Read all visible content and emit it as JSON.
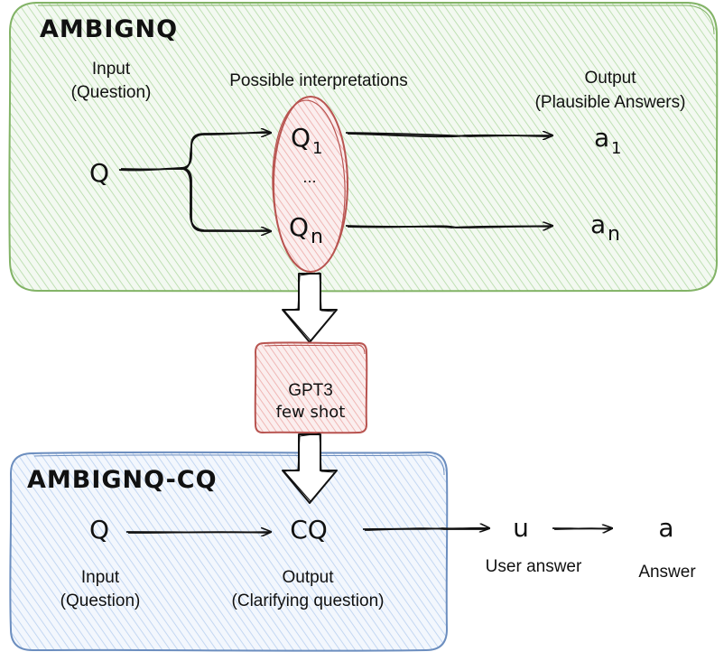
{
  "ambignq": {
    "title": "AMBIGNQ",
    "input_label_line1": "Input",
    "input_label_line2": "(Question)",
    "interpretations_label": "Possible interpretations",
    "output_label_line1": "Output",
    "output_label_line2": "(Plausible Answers)",
    "q": "Q",
    "q1": "Q",
    "q1_sub": "1",
    "ellipsis": "...",
    "qn": "Q",
    "qn_sub": "n",
    "a1": "a",
    "a1_sub": "1",
    "an": "a",
    "an_sub": "n"
  },
  "gpt3": {
    "line1": "GPT3",
    "line2": "few shot"
  },
  "ambignq_cq": {
    "title": "AMBIGNQ-CQ",
    "q": "Q",
    "cq": "CQ",
    "input_label_line1": "Input",
    "input_label_line2": "(Question)",
    "output_label_line1": "Output",
    "output_label_line2": "(Clarifying question)",
    "u": "u",
    "user_answer_label": "User answer",
    "a": "a",
    "answer_label": "Answer"
  },
  "colors": {
    "green_border": "#82b366",
    "green_fill": "#d5e8d4",
    "red_border": "#b85450",
    "red_fill": "#f8cecc",
    "blue_border": "#6c8ebf",
    "blue_fill": "#dae8fc"
  }
}
